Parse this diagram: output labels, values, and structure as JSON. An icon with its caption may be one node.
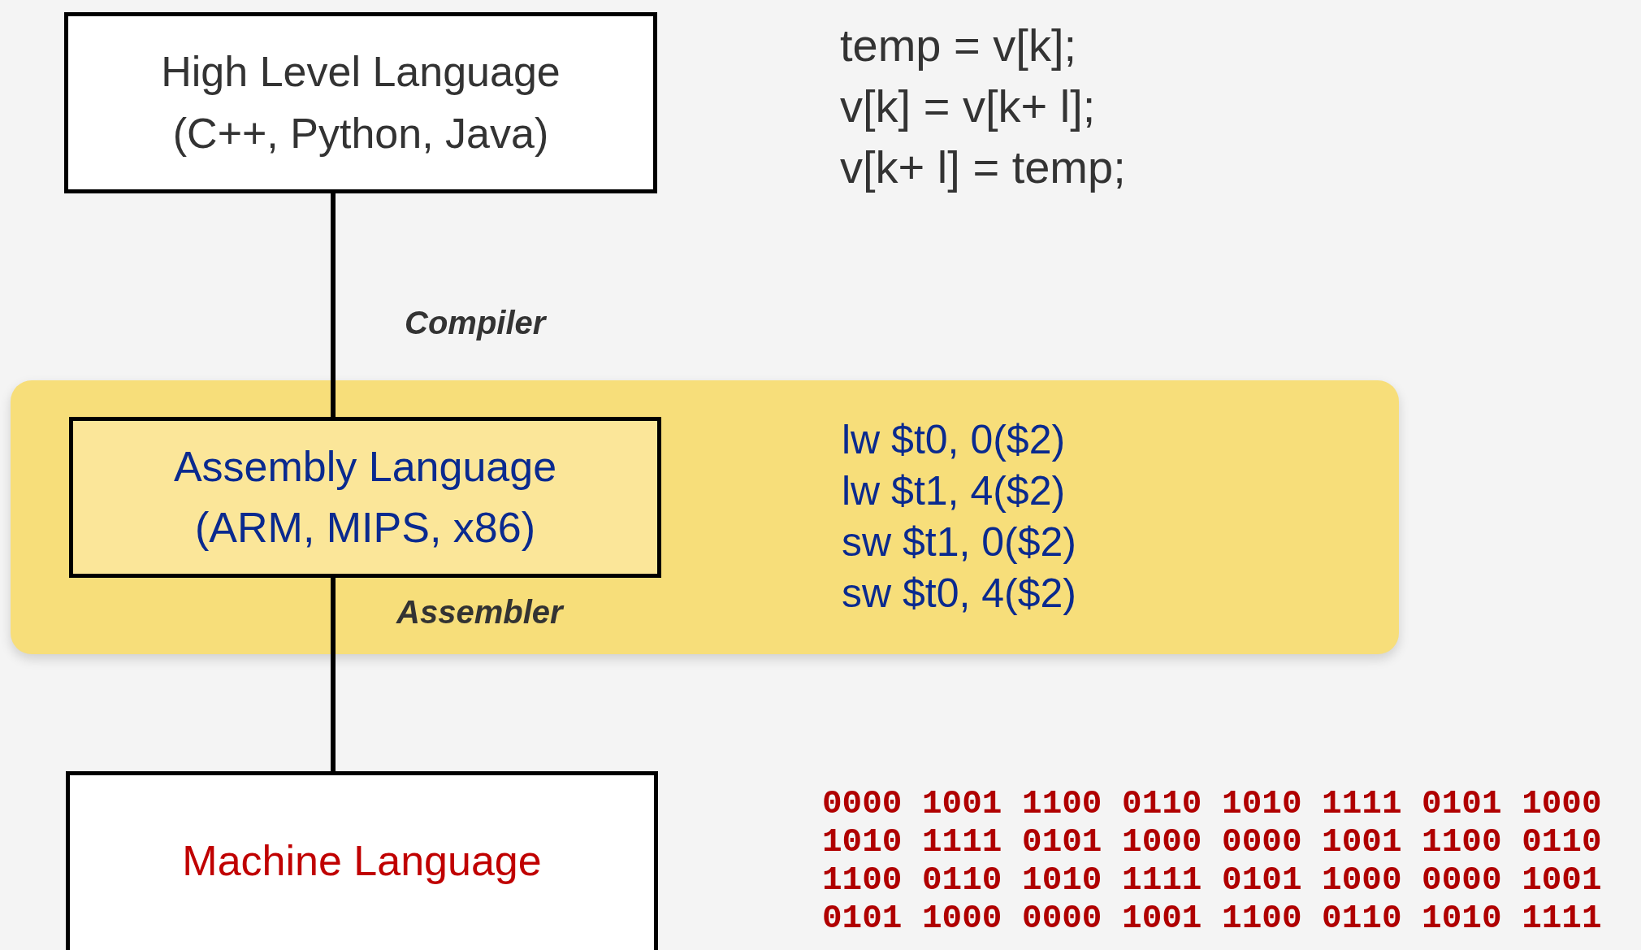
{
  "diagram": {
    "nodes": [
      {
        "text": [
          "High Level Language",
          "(C++, Python, Java)"
        ]
      },
      {
        "text": [],
        "shape": "band"
      },
      {
        "text": [
          "Assembly Language",
          "(ARM, MIPS, x86)"
        ],
        "in": 1
      },
      {
        "text": [
          "Machine Language"
        ]
      }
    ],
    "edges": [
      {
        "from": 0,
        "to": 2,
        "arrow": "none",
        "label": "Compiler"
      },
      {
        "from": 2,
        "to": 3,
        "arrow": "none",
        "label": "Assembler"
      }
    ],
    "labels": [
      "temp = v[k];",
      "v[k] = v[k+ l];",
      "v[k+ l] = temp;",
      "lw $t0, 0($2)",
      "lw $t1, 4($2)",
      "sw $t1, 0($2)",
      "sw $t0, 4($2)",
      "0000 1001 1100 0110 1010 1111 0101 1000",
      "1010 1111 0101 1000 0000 1001 1100 0110",
      "1100 0110 1010 1111 0101 1000 0000 1001",
      "0101 1000 0000 1001 1100 0110 1010 1111"
    ]
  }
}
